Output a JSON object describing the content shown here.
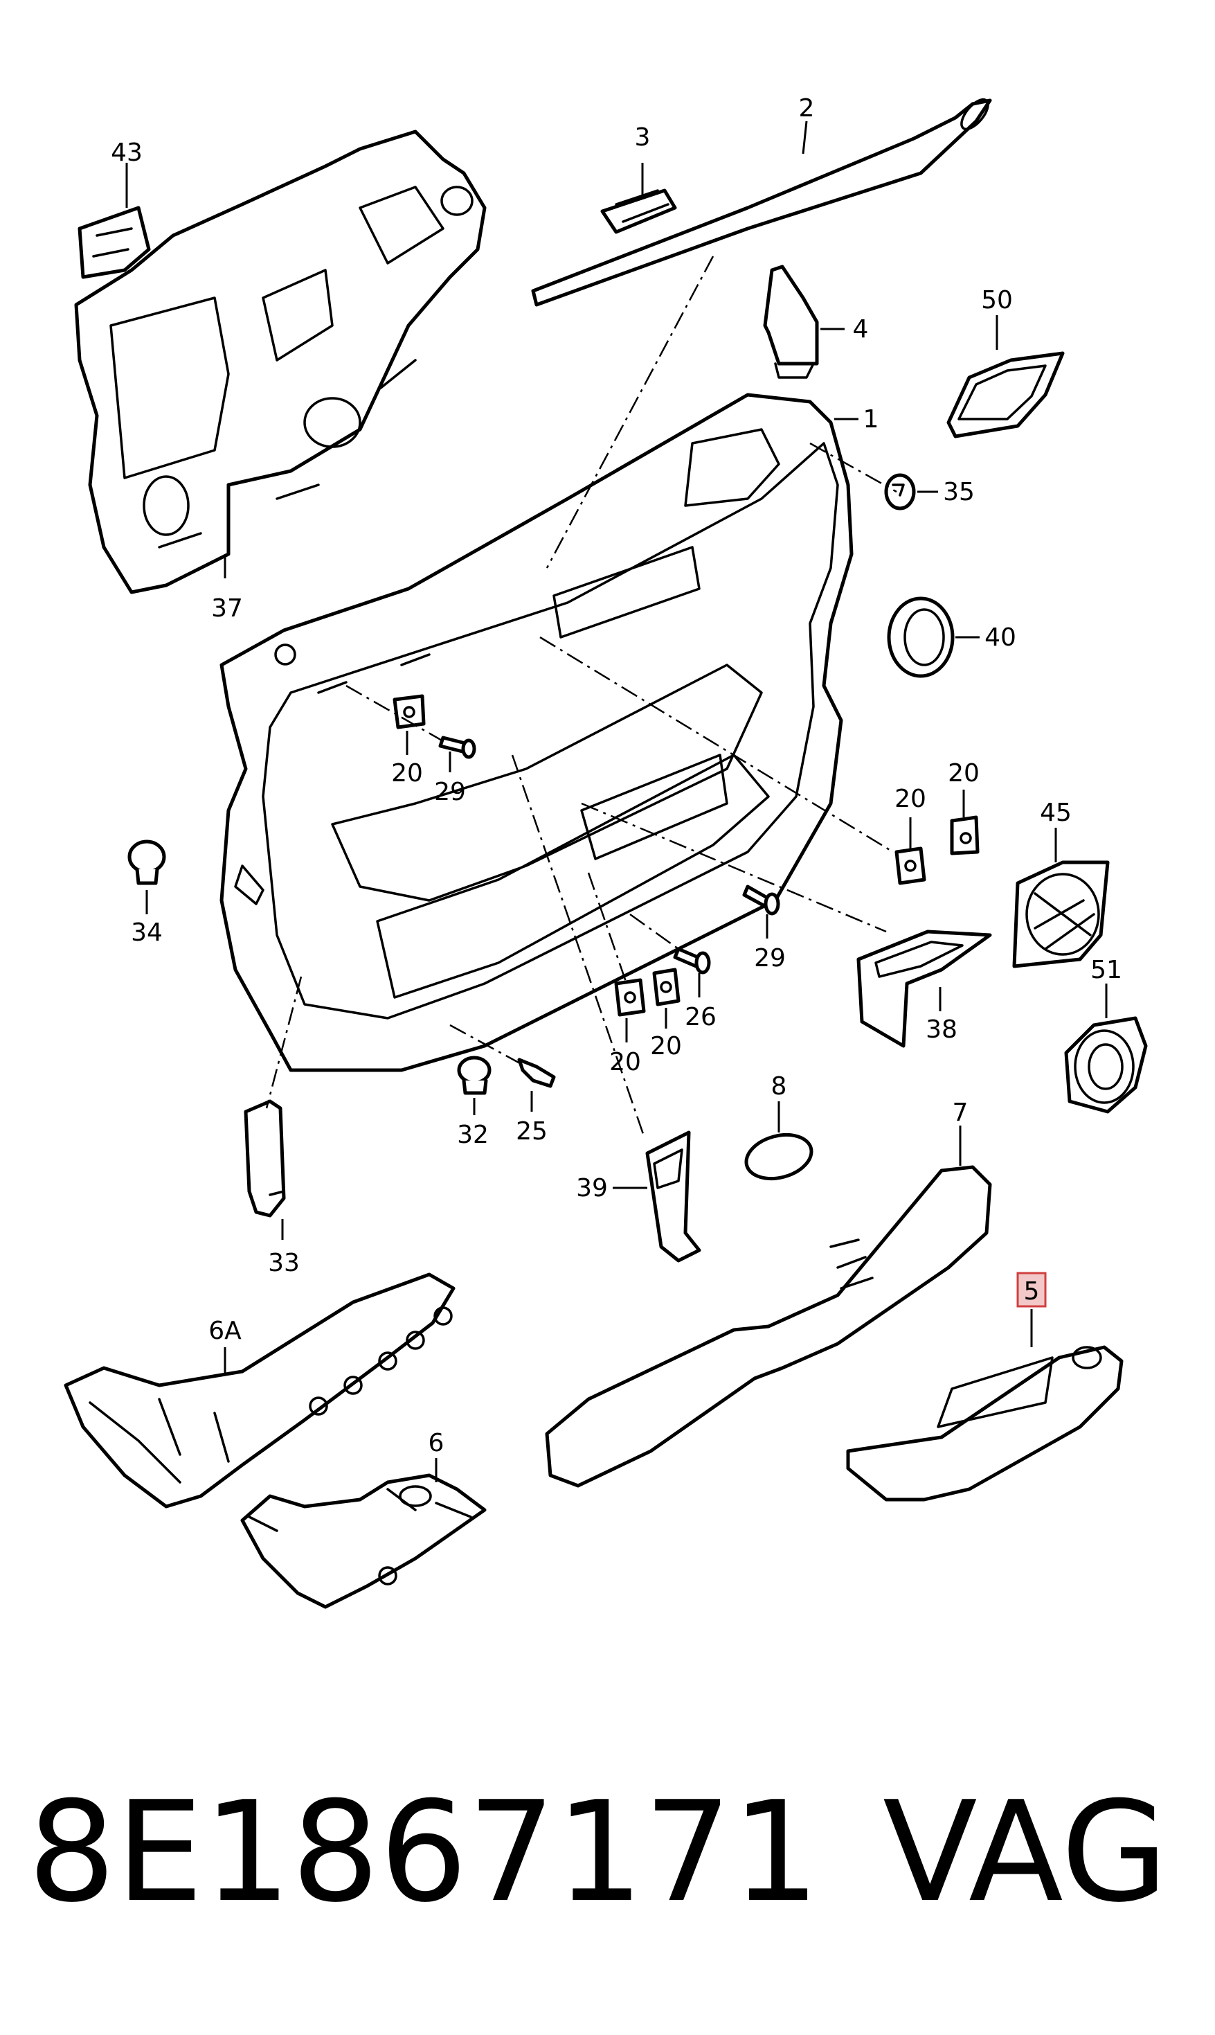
{
  "diagram": {
    "callouts": {
      "c43": "43",
      "c3": "3",
      "c2": "2",
      "c4": "4",
      "c50": "50",
      "c1": "1",
      "c35": "35",
      "c37": "37",
      "c40": "40",
      "c20a": "20",
      "c29a": "29",
      "c20b": "20",
      "c20c": "20",
      "c45": "45",
      "c34": "34",
      "c29b": "29",
      "c26": "26",
      "c20d": "20",
      "c20e": "20",
      "c38": "38",
      "c51": "51",
      "c8": "8",
      "c7": "7",
      "c32": "32",
      "c25": "25",
      "c39": "39",
      "c33": "33",
      "c5": "5",
      "c6A": "6A",
      "c6": "6"
    },
    "highlighted_callout": "5"
  },
  "footer": {
    "part_number": "8E1867171",
    "brand": "VAG"
  },
  "colors": {
    "line": "#000000",
    "background": "#ffffff",
    "highlight_fill": "#f3c8c8",
    "highlight_border": "#d04040"
  }
}
